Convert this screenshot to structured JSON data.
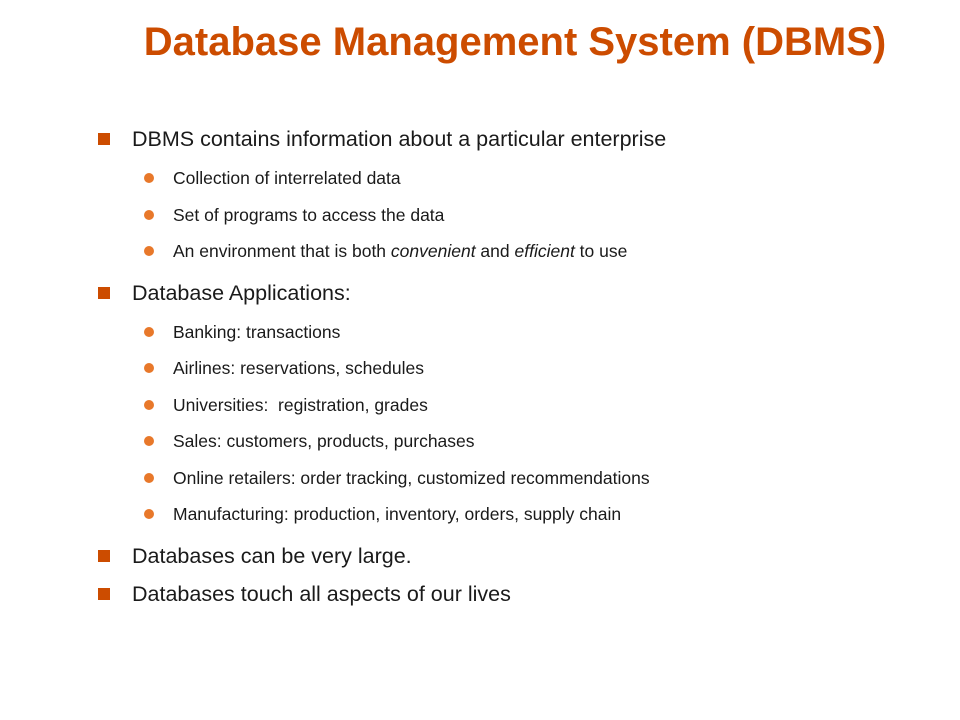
{
  "slide": {
    "title": "Database Management System (DBMS)",
    "accent_color": "#cc4c00",
    "sub_bullet_color": "#e8782a",
    "bullets": [
      {
        "text": "DBMS contains information about a particular enterprise",
        "sub": [
          {
            "text": "Collection of interrelated data"
          },
          {
            "text": "Set of programs to access the data"
          },
          {
            "pre": "An environment that is both ",
            "em1": "convenient",
            "mid": " and ",
            "em2": "efficient",
            "post": " to use"
          }
        ]
      },
      {
        "text": "Database Applications:",
        "sub": [
          {
            "text": "Banking: transactions"
          },
          {
            "text": "Airlines: reservations, schedules"
          },
          {
            "text": "Universities:  registration, grades"
          },
          {
            "text": "Sales: customers, products, purchases"
          },
          {
            "text": "Online retailers: order tracking, customized recommendations"
          },
          {
            "text": "Manufacturing: production, inventory, orders, supply chain"
          }
        ]
      },
      {
        "text": "Databases can be very large."
      },
      {
        "text": "Databases touch all aspects of our lives"
      }
    ]
  }
}
